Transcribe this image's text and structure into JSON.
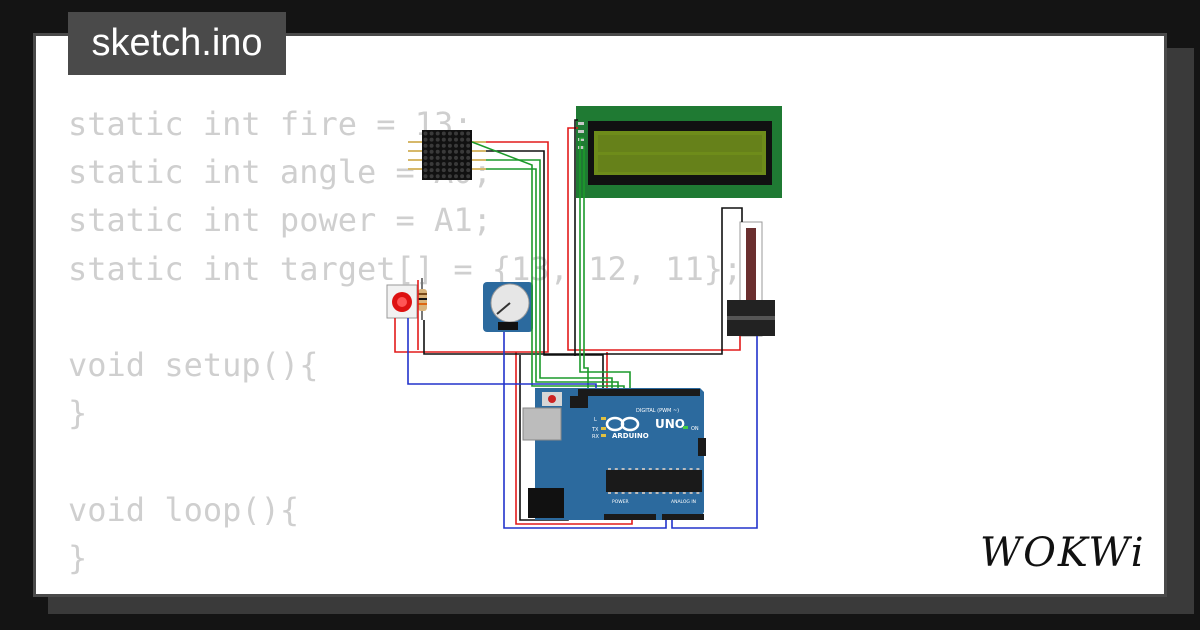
{
  "header": {
    "file_name": "sketch.ino"
  },
  "code_lines": [
    "static int fire = 13;",
    "static int angle = A0;",
    "static int power = A1;",
    "static int target[] = {13, 12, 11};",
    "",
    "void setup(){",
    "}",
    "",
    "void loop(){",
    "}"
  ],
  "board": {
    "model": "UNO",
    "brand": "ARDUINO",
    "digital_label": "DIGITAL (PWM ~)",
    "power_label": "POWER",
    "analog_label": "ANALOG IN",
    "led_tx": "TX",
    "led_rx": "RX",
    "led_l": "L",
    "led_on": "ON"
  },
  "brand": {
    "logo_text": "WOKWi"
  },
  "colors": {
    "card_border": "#4a4a4a",
    "code_text": "#cfcfcf",
    "board_blue": "#2c6a9e",
    "lcd_green": "#1f7a33",
    "lcd_screen": "#6e8c1a",
    "wire_red": "#e21b1b",
    "wire_black": "#111111",
    "wire_green": "#1c9a2b",
    "wire_blue": "#2233cc"
  }
}
